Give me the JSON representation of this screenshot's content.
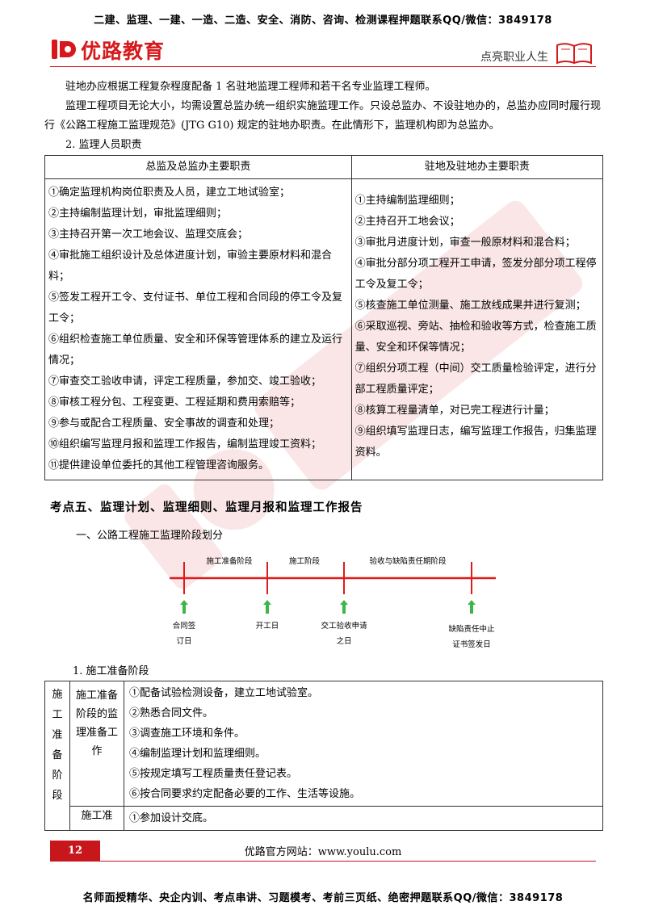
{
  "header": {
    "banner": "二建、监理、一建、一造、二造、安全、消防、咨询、检测课程押题联系QQ/微信：3849178",
    "brand": "优路教育",
    "slogan": "点亮职业人生"
  },
  "intro": {
    "para1": "驻地办应根据工程复杂程度配备 1 名驻地监理工程师和若干名专业监理工程师。",
    "para2": "监理工程项目无论大小，均需设置总监办统一组织实施监理工作。只设总监办、不设驻地办的，总监办应同时履行现行《公路工程施工监理规范》(JTG G10) 规定的驻地办职责。在此情形下，监理机构即为总监办。",
    "heading": "2. 监理人员职责"
  },
  "duty_table": {
    "col_left": "总监及总监办主要职责",
    "col_right": "驻地及驻地办主要职责",
    "left_items": [
      "①确定监理机构岗位职责及人员，建立工地试验室；",
      "②主持编制监理计划，审批监理细则；",
      "③主持召开第一次工地会议、监理交底会；",
      "④审批施工组织设计及总体进度计划，审验主要原材料和混合料；",
      "⑤签发工程开工令、支付证书、单位工程和合同段的停工令及复工令；",
      "⑥组织检查施工单位质量、安全和环保等管理体系的建立及运行情况；",
      "⑦审查交工验收申请，评定工程质量，参加交、竣工验收；",
      "⑧审核工程分包、工程变更、工程延期和费用索赔等；",
      "⑨参与或配合工程质量、安全事故的调查和处理；",
      "⑩组织编写监理月报和监理工作报告，编制监理竣工资料；",
      "⑪提供建设单位委托的其他工程管理咨询服务。"
    ],
    "right_items": [
      "①主持编制监理细则；",
      "②主持召开工地会议；",
      "③审批月进度计划，审查一般原材料和混合料；",
      "④审批分部分项工程开工申请，签发分部分项工程停工令及复工令；",
      "⑤核查施工单位测量、施工放线成果并进行复测；",
      "⑥采取巡视、旁站、抽检和验收等方式，检查施工质量、安全和环保等情况；",
      "⑦组织分项工程（中间）交工质量检验评定，进行分部工程质量评定；",
      "⑧核算工程量清单，对已完工程进行计量；",
      "⑨组织填写监理日志，编写监理工作报告，归集监理资料。"
    ]
  },
  "section": {
    "title": "考点五、监理计划、监理细则、监理月报和监理工作报告",
    "phase_heading": "一、公路工程施工监理阶段划分"
  },
  "timeline": {
    "phases": [
      "施工准备阶段",
      "施工阶段",
      "验收与缺陷责任期阶段"
    ],
    "milestones": [
      [
        "合同签",
        "订日"
      ],
      [
        "开工日"
      ],
      [
        "交工验收申请",
        "之日"
      ],
      [
        "缺陷责任中止",
        "证书签发日"
      ]
    ],
    "line_color": "#e01b1b",
    "arrow_color": "#3cb54a"
  },
  "prep": {
    "heading": "1. 施工准备阶段",
    "main_label_chars": [
      "施",
      "工",
      "准",
      "备",
      "阶",
      "段"
    ],
    "sub_label": "施工准备阶段的监理准备工作",
    "items": [
      "①配备试验检测设备，建立工地试验室。",
      "②熟悉合同文件。",
      "③调查施工环境和条件。",
      "④编制监理计划和监理细则。",
      "⑤按规定填写工程质量责任登记表。",
      "⑥按合同要求约定配备必要的工作、生活等设施。"
    ],
    "next_sub_label": "施工准",
    "next_item": "①参加设计交底。"
  },
  "footer": {
    "page_number": "12",
    "site": "优路官方网站：www.youlu.com",
    "banner": "名师面授精华、央企内训、考点串讲、习题模考、考前三页纸、绝密押题联系QQ/微信：3849178",
    "accent": "#c8161d"
  }
}
